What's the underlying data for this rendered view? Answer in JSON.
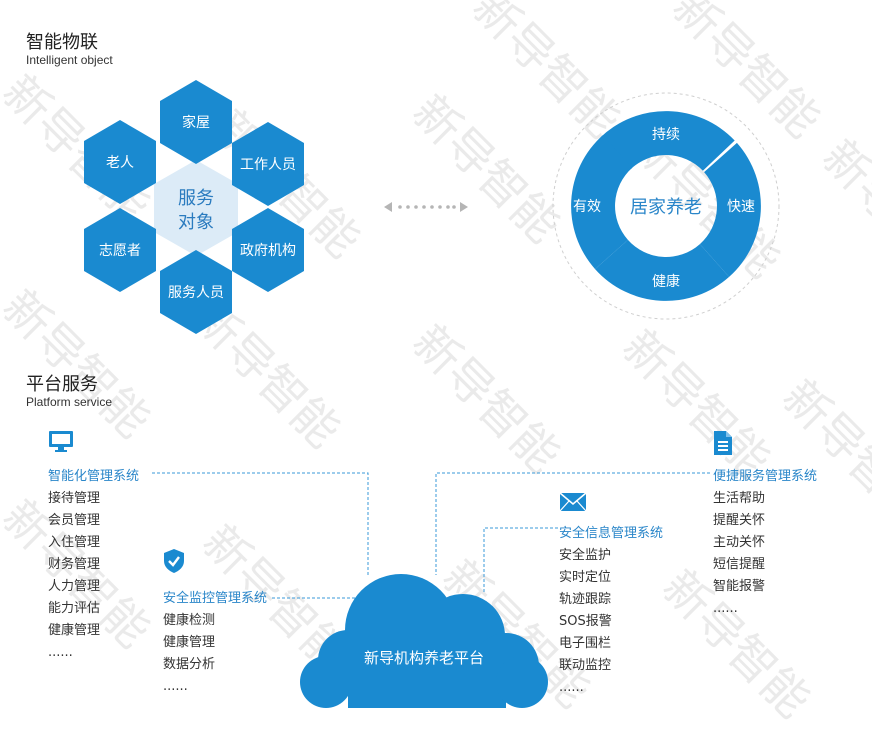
{
  "colors": {
    "primary": "#1a8ad0",
    "hex_center": "#dcebf7",
    "link": "#2a86c9",
    "dash": "#3a9ad9"
  },
  "header": {
    "title": "智能物联",
    "subtitle": "Intelligent object"
  },
  "service_objects": {
    "center_line1": "服务",
    "center_line2": "对象",
    "items": [
      "家屋",
      "工作人员",
      "政府机构",
      "服务人员",
      "志愿者",
      "老人"
    ]
  },
  "home_care": {
    "center": "居家养老",
    "segments": [
      "持续",
      "快速",
      "健康",
      "有效"
    ]
  },
  "platform": {
    "title": "平台服务",
    "subtitle": "Platform service"
  },
  "cloud": {
    "label": "新导机构养老平台"
  },
  "systems": [
    {
      "icon": "monitor-icon",
      "title": "智能化管理系统",
      "items": [
        "接待管理",
        "会员管理",
        "入住管理",
        "财务管理",
        "人力管理",
        "能力评估",
        "健康管理",
        "......"
      ]
    },
    {
      "icon": "shield-check-icon",
      "title": "安全监控管理系统",
      "items": [
        "健康检测",
        "健康管理",
        "数据分析",
        "......"
      ]
    },
    {
      "icon": "envelope-icon",
      "title": "安全信息管理系统",
      "items": [
        "安全监护",
        "实时定位",
        "轨迹跟踪",
        "SOS报警",
        "电子围栏",
        "联动监控",
        "......"
      ]
    },
    {
      "icon": "document-icon",
      "title": "便捷服务管理系统",
      "items": [
        "生活帮助",
        "提醒关怀",
        "主动关怀",
        "短信提醒",
        "智能报警",
        "......"
      ]
    }
  ],
  "watermark": {
    "text": "新导智能"
  }
}
